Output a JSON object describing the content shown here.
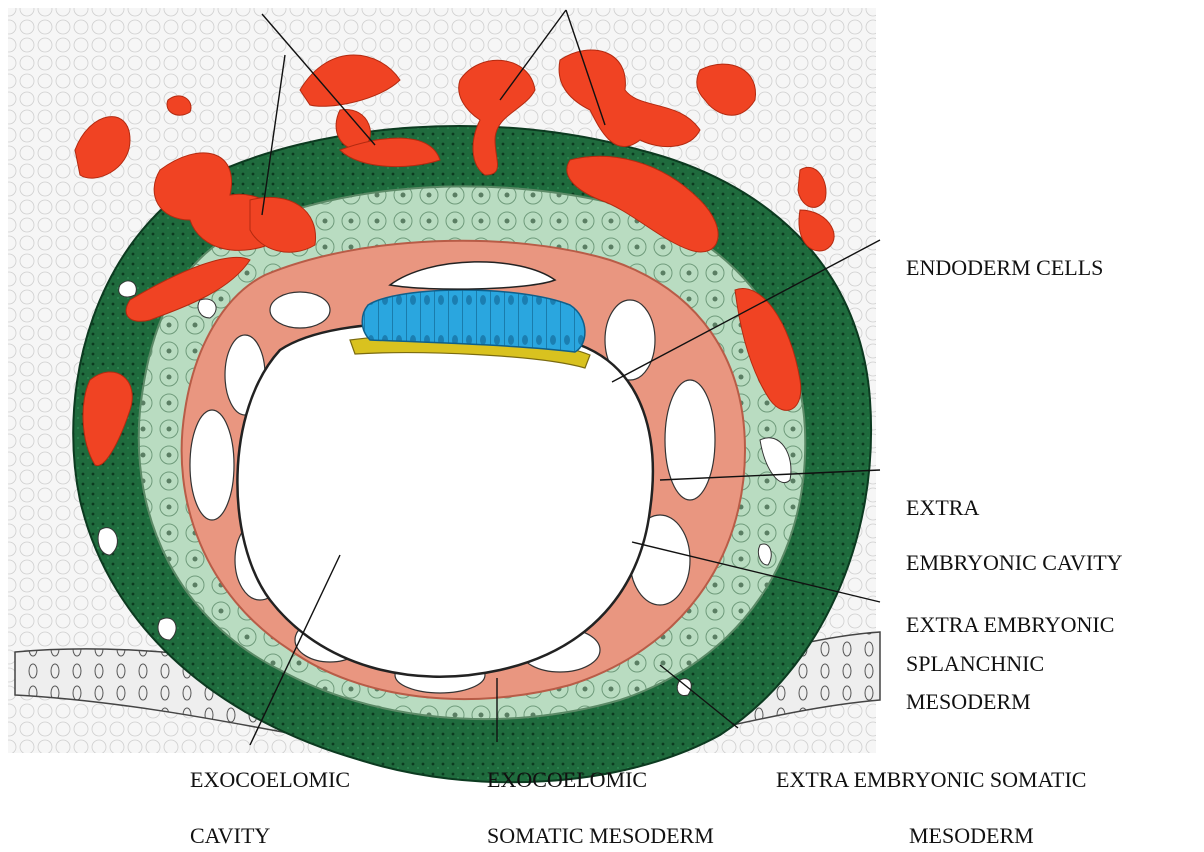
{
  "labels": {
    "endoderm_cells": "ENDODERM CELLS",
    "extra": "EXTRA",
    "embryonic_cavity": "EMBRYONIC CAVITY",
    "splanchnic_line1": "EXTRA EMBRYONIC",
    "splanchnic_line2": "SPLANCHNIC",
    "splanchnic_line3": "MESODERM",
    "exo_cavity_line1": "EXOCOELOMIC",
    "exo_cavity_line2": "CAVITY",
    "exo_somatic_line1": "EXOCOELOMIC",
    "exo_somatic_line2": "SOMATIC MESODERM",
    "somatic_line1": "EXTRA EMBRYONIC SOMATIC",
    "somatic_line2": "MESODERM"
  },
  "colors": {
    "background": "#ffffff",
    "uterine_tissue": "#f3f3f3",
    "syncytiotrophoblast": "#1f6b3d",
    "cytotrophoblast": "#b9dcc1",
    "lacunae": "#f04323",
    "extraembryonic_mesoderm": "#e99680",
    "epiblast": "#2aa6df",
    "hypoblast": "#d9c21f",
    "epithelium": "#dcdcdc"
  }
}
